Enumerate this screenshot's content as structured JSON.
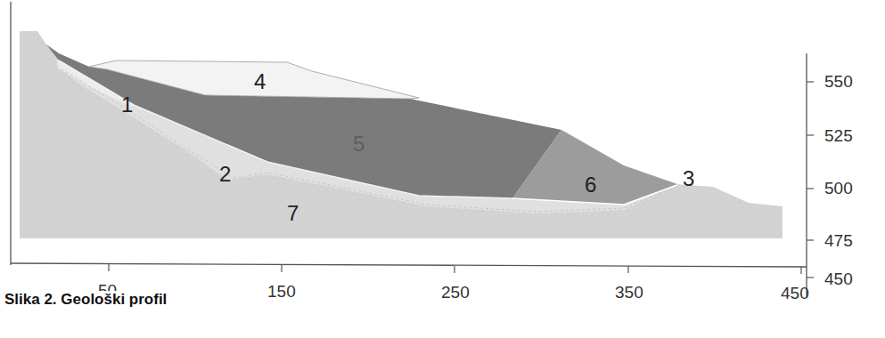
{
  "diagram": {
    "caption": "Slika 2. Geološki profil",
    "labels": [
      "1",
      "2",
      "3",
      "4",
      "5",
      "6",
      "7",
      "550",
      "525",
      "500",
      "475",
      "450",
      "50",
      "150",
      "250",
      "350",
      "450"
    ]
  }
}
